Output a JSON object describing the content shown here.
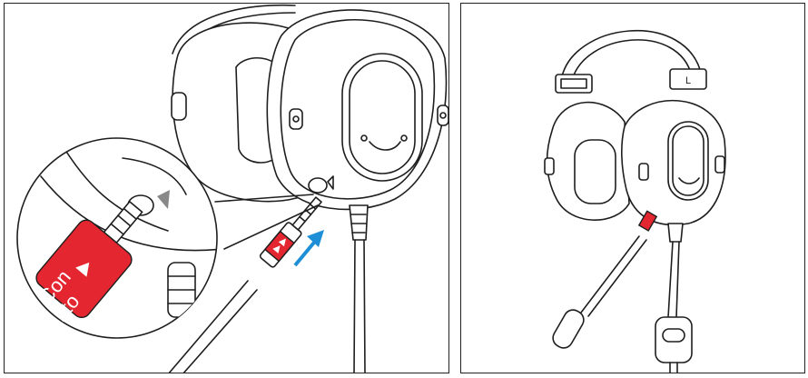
{
  "figure": {
    "left_panel": {
      "callout_text_line1": "Con",
      "callout_text_line2": "Into"
    },
    "right_panel": {
      "side_marker": "L"
    },
    "colors": {
      "plug_label": "#e3262f",
      "arrow": "#1e8fd6",
      "line": "#1e1e1e"
    }
  }
}
